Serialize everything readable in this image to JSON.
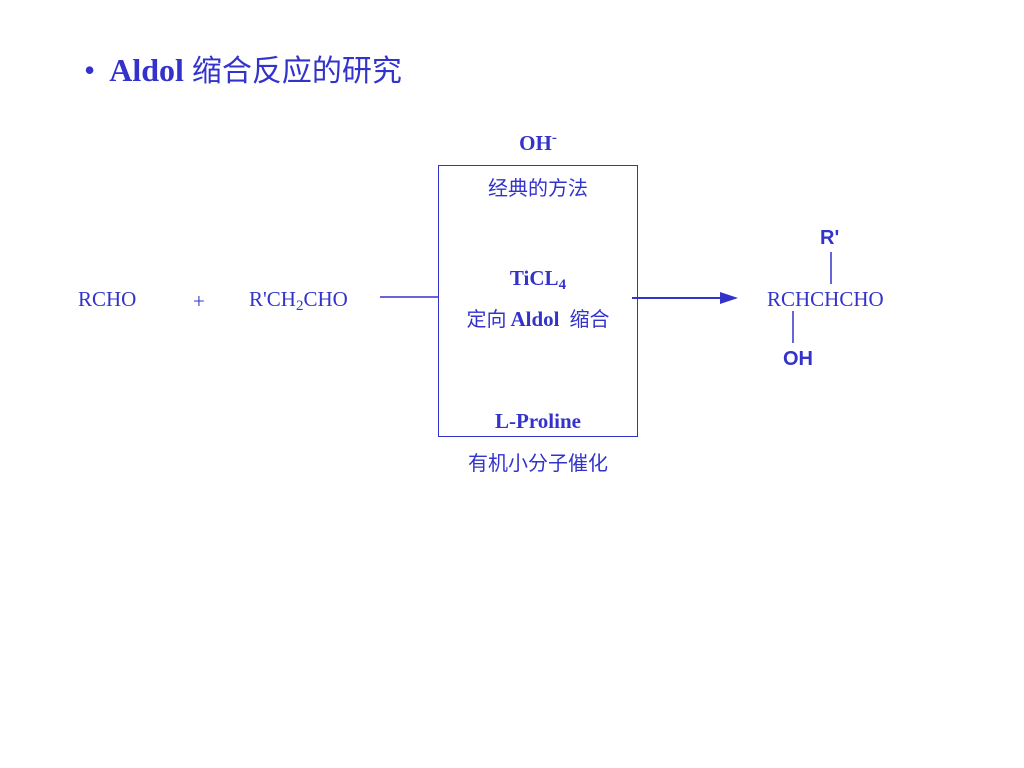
{
  "title": {
    "bullet": "•",
    "latin": "Aldol",
    "cjk": "缩合反应的研究"
  },
  "reaction": {
    "reactant1": "RCHO",
    "plus": "+",
    "reactant2_a": "R'CH",
    "reactant2_sub": "2",
    "reactant2_b": "CHO",
    "product": "RCHCHCHO",
    "substituent_top": "R'",
    "substituent_bottom": "OH"
  },
  "conditions": {
    "base_main": "OH",
    "base_sup": "-",
    "classic_label": "经典的方法",
    "ticl_main": "TiCL",
    "ticl_sub": "4",
    "directed_prefix": "定向",
    "directed_latin": "Aldol",
    "directed_suffix": "缩合",
    "proline": "L-Proline",
    "organocatalysis_label": "有机小分子催化"
  },
  "colors": {
    "text": "#3333cc"
  }
}
